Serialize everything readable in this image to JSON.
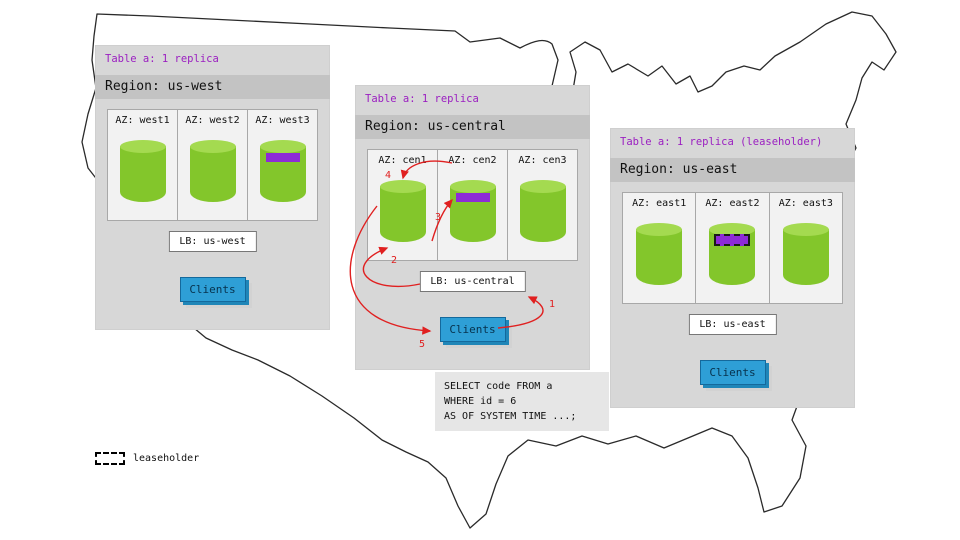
{
  "regions": [
    {
      "table_label": "Table a: 1 replica",
      "region_label": "Region: us-west",
      "azs": [
        {
          "label": "AZ: west1"
        },
        {
          "label": "AZ: west2"
        },
        {
          "label": "AZ: west3"
        }
      ],
      "lb_label": "LB: us-west",
      "clients_label": "Clients"
    },
    {
      "table_label": "Table a: 1 replica",
      "region_label": "Region: us-central",
      "azs": [
        {
          "label": "AZ: cen1"
        },
        {
          "label": "AZ: cen2"
        },
        {
          "label": "AZ: cen3"
        }
      ],
      "lb_label": "LB: us-central",
      "clients_label": "Clients"
    },
    {
      "table_label": "Table a: 1 replica (leaseholder)",
      "region_label": "Region: us-east",
      "azs": [
        {
          "label": "AZ: east1"
        },
        {
          "label": "AZ: east2"
        },
        {
          "label": "AZ: east3"
        }
      ],
      "lb_label": "LB: us-east",
      "clients_label": "Clients"
    }
  ],
  "query": {
    "text": "SELECT code FROM a\nWHERE id = 6\nAS OF SYSTEM TIME ...;"
  },
  "flow_steps": [
    "1",
    "2",
    "3",
    "4",
    "5"
  ],
  "legend": {
    "label": "leaseholder"
  },
  "colors": {
    "table_label": "#9b1fc1",
    "replica_band": "#8d2bd6",
    "cylinder": "#83c62b",
    "clients": "#2e9fd6",
    "arrow": "#e02020",
    "region_bg": "#d7d7d7"
  }
}
